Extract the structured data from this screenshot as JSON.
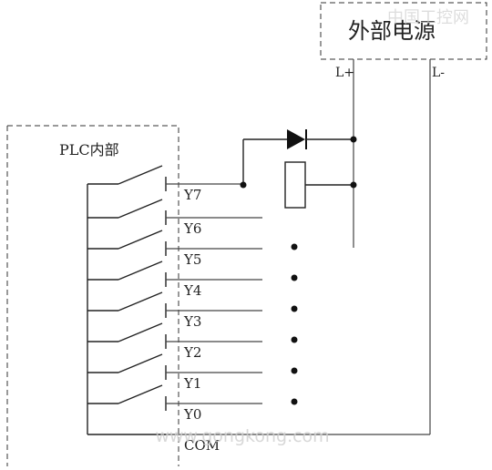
{
  "power_supply": {
    "title": "外部电源",
    "pos_terminal": "L+",
    "neg_terminal": "L-"
  },
  "plc_block": {
    "label": "PLC内部"
  },
  "outputs": [
    "Y7",
    "Y6",
    "Y5",
    "Y4",
    "Y3",
    "Y2",
    "Y1",
    "Y0"
  ],
  "common": "COM",
  "watermark": {
    "brand": "中国工控网",
    "url": "www.gongkong.com"
  },
  "continuation_dots": 6
}
